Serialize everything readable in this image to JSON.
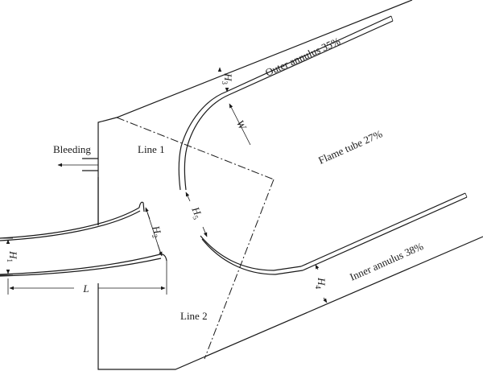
{
  "labels": {
    "outer_annulus": "Outer annulus 35%",
    "flame_tube": "Flame tube 27%",
    "inner_annulus": "Inner annulus 38%",
    "bleeding": "Bleeding",
    "line1": "Line 1",
    "line2": "Line 2"
  },
  "dimensions": {
    "h1": {
      "letter": "H",
      "sub": "1"
    },
    "h2": {
      "letter": "H",
      "sub": "2"
    },
    "h3": {
      "letter": "H",
      "sub": "3"
    },
    "h4": {
      "letter": "H",
      "sub": "4"
    },
    "h5": {
      "letter": "H",
      "sub": "5"
    },
    "w": {
      "letter": "W"
    },
    "l": {
      "letter": "L"
    }
  }
}
